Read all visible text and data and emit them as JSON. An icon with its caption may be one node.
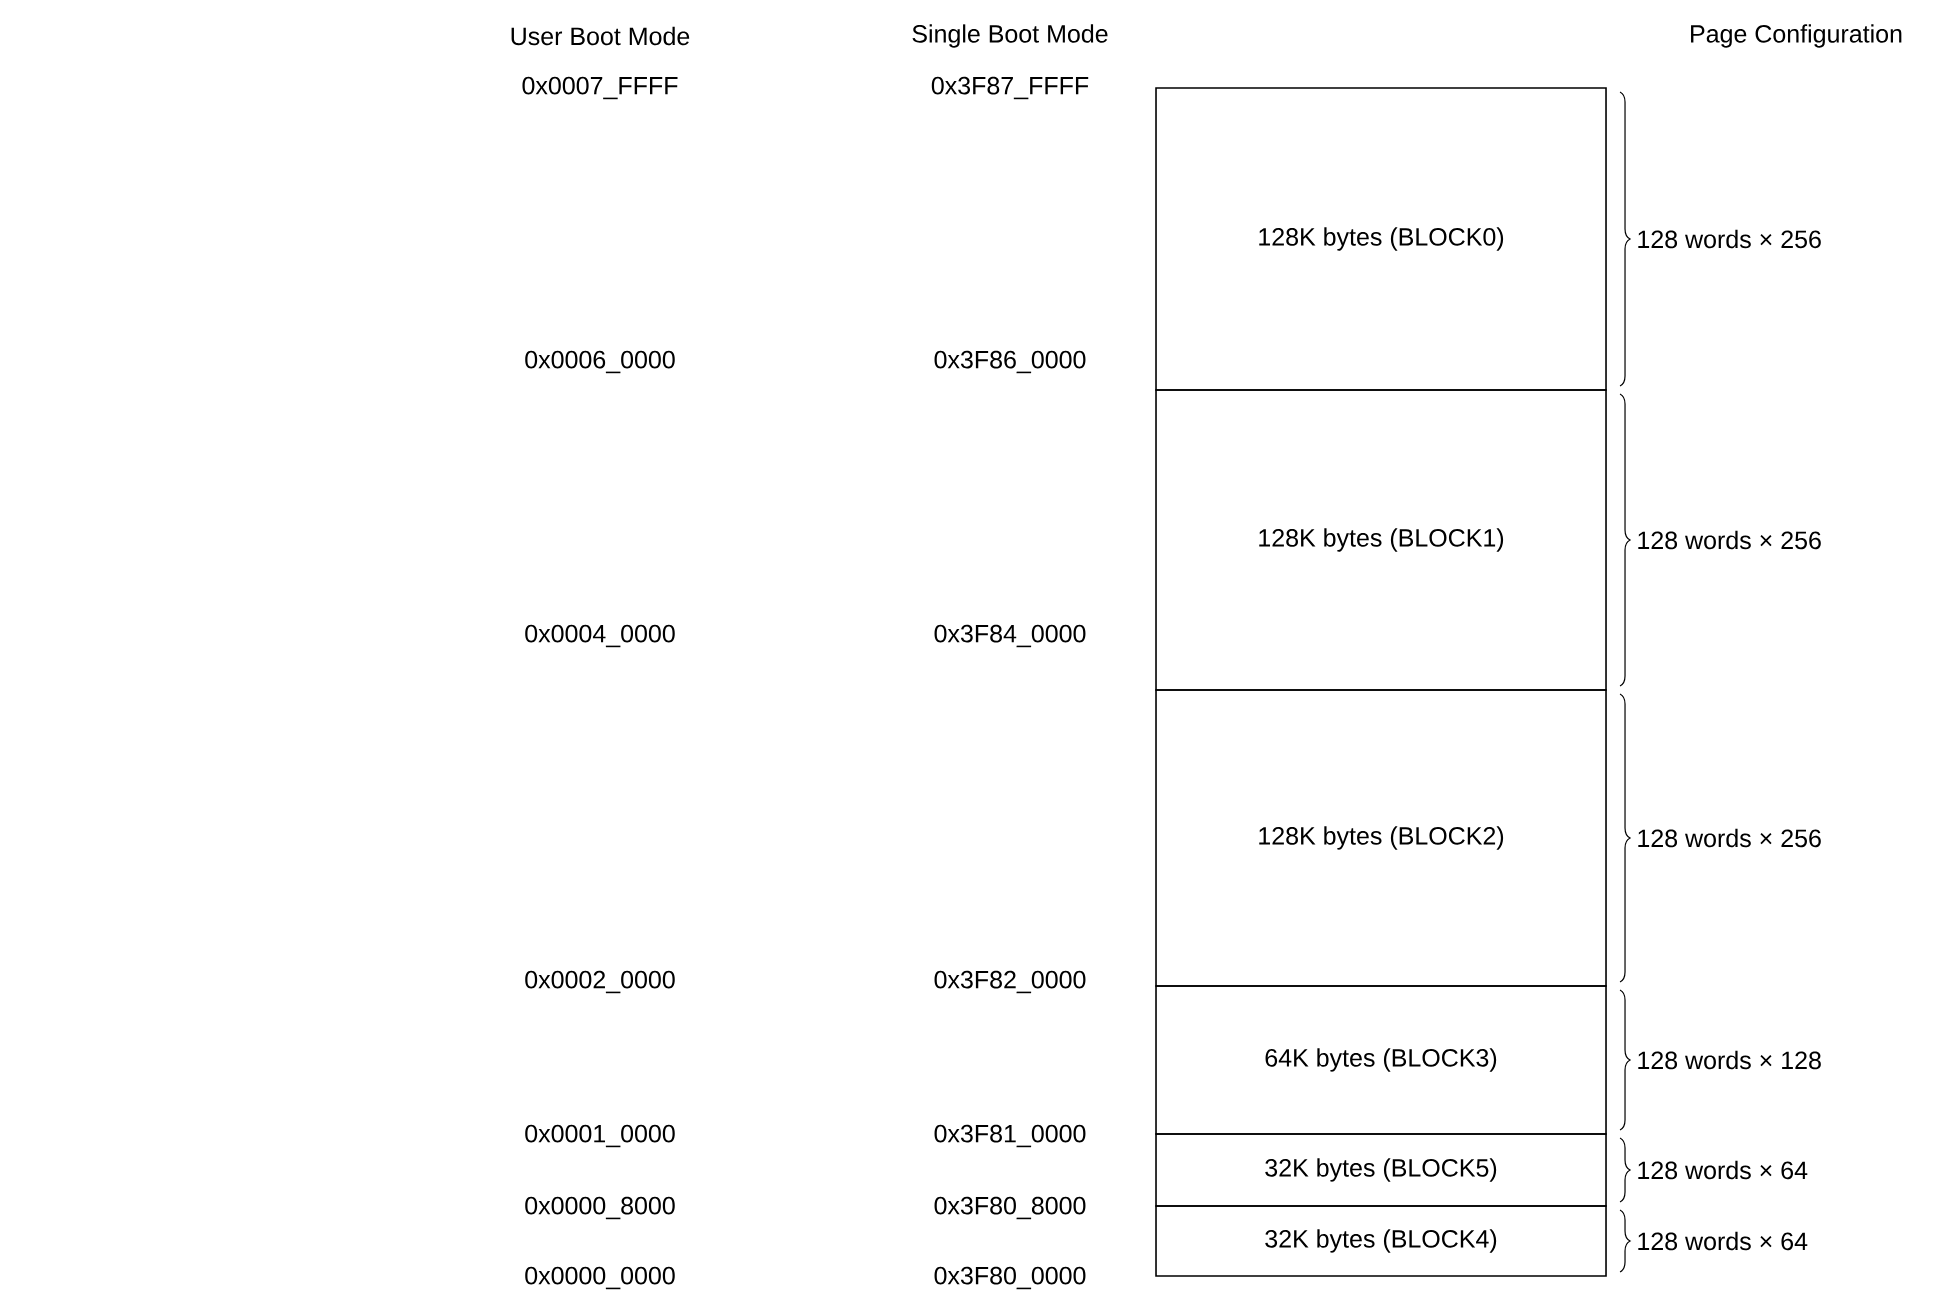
{
  "diagram": {
    "nodes": [
      {
        "text": [
          "128K bytes (BLOCK0)"
        ],
        "beside": [
          "128 words × 256"
        ]
      },
      {
        "text": [
          "128K bytes (BLOCK1)"
        ],
        "beside": [
          "128 words × 256"
        ]
      },
      {
        "text": [
          "128K bytes (BLOCK2)"
        ],
        "beside": [
          "128 words × 256"
        ]
      },
      {
        "text": [
          "64K bytes (BLOCK3)"
        ],
        "beside": [
          "128 words × 128"
        ]
      },
      {
        "text": [
          "32K bytes (BLOCK5)"
        ],
        "beside": [
          "128 words × 64"
        ]
      },
      {
        "text": [
          "32K bytes (BLOCK4)"
        ],
        "beside": [
          "128 words × 64"
        ]
      }
    ],
    "labels": [
      "User Boot Mode",
      "Single Boot Mode",
      "Page Configuration",
      "0x0007_FFFF",
      "0x3F87_FFFF",
      "0x0006_0000",
      "0x3F86_0000",
      "0x0004_0000",
      "0x3F84_0000",
      "0x0002_0000",
      "0x3F82_0000",
      "0x0001_0000",
      "0x3F81_0000",
      "0x0000_8000",
      "0x3F80_8000",
      "0x0000_0000",
      "0x3F80_0000"
    ]
  }
}
